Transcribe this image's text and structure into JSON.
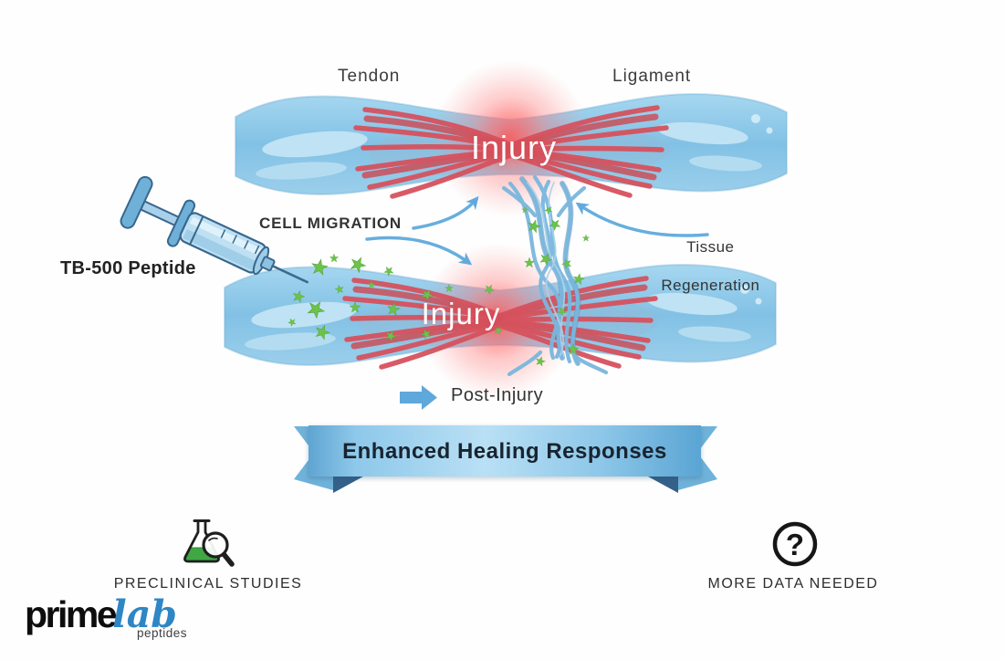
{
  "illustration": {
    "tissue_labels": {
      "left": "Tendon",
      "right": "Ligament"
    },
    "injury": {
      "top": "Injury",
      "bottom": "Injury"
    },
    "annotations": {
      "cell_migration": "CELL MIGRATION",
      "tissue_regeneration": {
        "line1": "Tissue",
        "line2": "Regeneration"
      },
      "peptide": "TB-500 Peptide",
      "post_injury": "Post-Injury"
    },
    "banner": {
      "label": "Enhanced Healing Responses"
    },
    "footer": {
      "left_label": "PRECLINICAL STUDIES",
      "right_label": "MORE DATA NEEDED",
      "question_glyph": "?"
    },
    "logo": {
      "part1": "prime",
      "part2": "lab",
      "part3": "peptides"
    },
    "icons": {
      "syringe": "syringe-icon",
      "flask_magnifier": "flask-magnifier-icon",
      "question_circle": "question-circle-icon",
      "post_injury_arrow": "right-arrow-icon",
      "stars": "peptide-star-icon"
    },
    "colors": {
      "tissue_blue": "#8ac6e8",
      "injury_red": "#d6525e",
      "glow_red": "#ff6a6a",
      "star_green": "#6cc24a",
      "arrow_blue": "#63aadc",
      "banner_blue": "#8cc6e8",
      "banner_fold": "#34618a",
      "text_dark": "#333333",
      "logo_blue": "#2e86c5"
    }
  }
}
